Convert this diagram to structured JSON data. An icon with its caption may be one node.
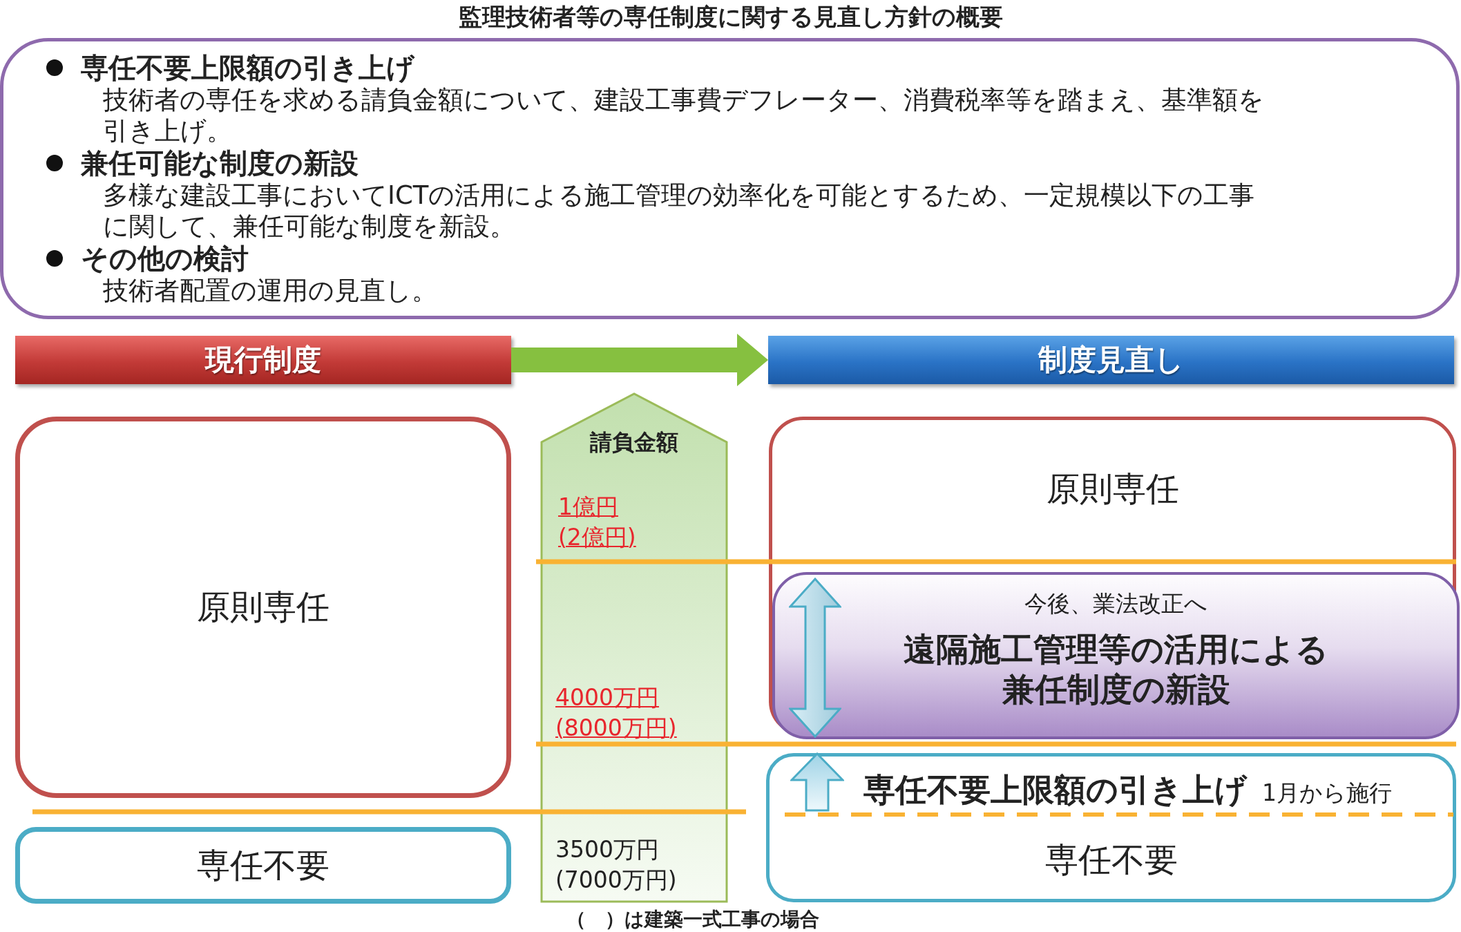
{
  "diagram": {
    "title": "監理技術者等の専任制度に関する見直し方針の概要",
    "nodes": [
      {
        "text": [
          "専任不要上限額の引き上げ",
          "技術者の専任を求める請負金額について、建設工事費デフレーター、消費税率等を踏まえ、基準額を引き上げ。",
          "兼任可能な制度の新設",
          "多様な建設工事においてICTの活用による施工管理の効率化を可能とするため、一定規模以下の工事に関して、兼任可能な制度を新設。",
          "その他の検討",
          "技術者配置の運用の見直し。"
        ]
      },
      {
        "text": [
          "現行制度"
        ]
      },
      {
        "text": [
          "制度見直し"
        ]
      },
      {
        "text": [
          "原則専任"
        ]
      },
      {
        "text": [
          "請負金額",
          "1億円(2億円)",
          "4000万円(8000万円)",
          "3500万円(7000万円)"
        ]
      },
      {
        "text": [
          "原則専任"
        ]
      },
      {
        "text": [
          "今後、業法改正へ",
          "遠隔施工管理等の活用による兼任制度の新設"
        ],
        "in": 5
      },
      {
        "text": [
          "専任不要"
        ]
      },
      {
        "text": [
          "専任不要上限額の引き上げ",
          "1月から施行",
          "専任不要"
        ]
      }
    ],
    "edges": [
      {
        "from": 1,
        "to": 2,
        "arrow": "to"
      }
    ],
    "labels": [
      "（　）は建築一式工事の場合"
    ]
  }
}
